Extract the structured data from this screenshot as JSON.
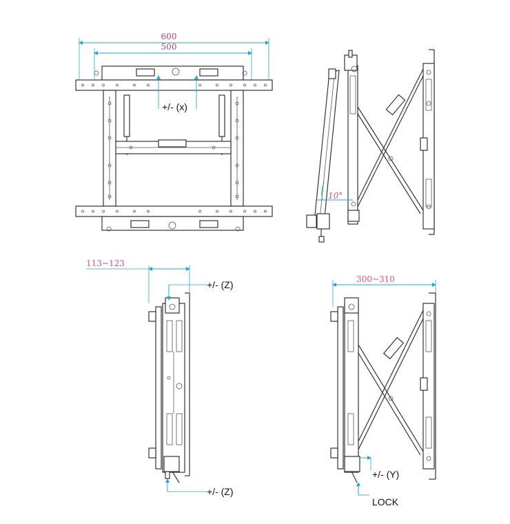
{
  "colors": {
    "dimension_line": "#20a8d8",
    "dimension_text_pink": "#e0507a",
    "dimension_text_dark": "#c0406a",
    "outline": "#333333",
    "background": "#ffffff"
  },
  "front_view": {
    "dim_overall": "600",
    "dim_inner": "500",
    "label_x": "+/- (x)"
  },
  "side_view_tilt": {
    "angle_label": "10°"
  },
  "side_view_z": {
    "depth_dim": "113~123",
    "label_top": "+/- (Z)",
    "label_bottom": "+/- (Z)"
  },
  "side_view_extended": {
    "depth_dim": "300~310",
    "label_y": "+/- (Y)",
    "label_lock": "LOCK"
  }
}
